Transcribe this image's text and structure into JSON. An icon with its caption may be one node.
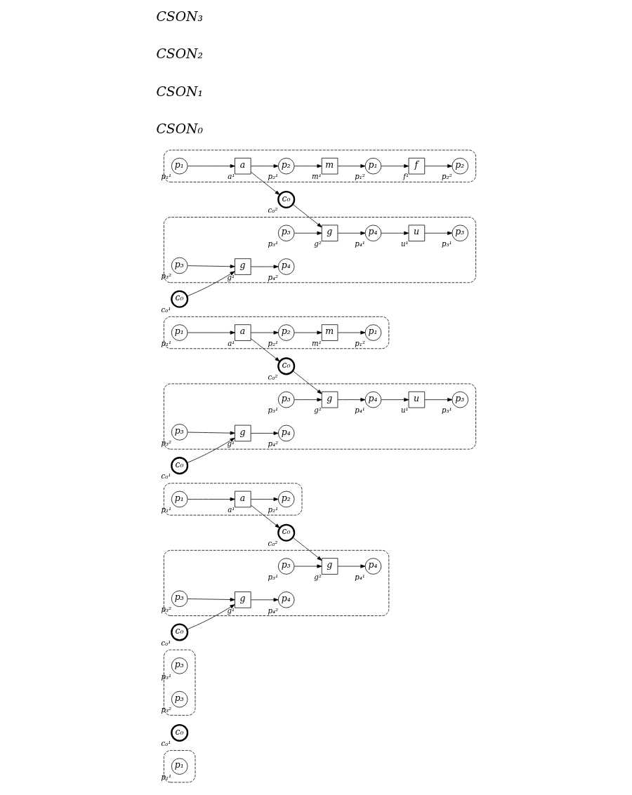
{
  "diagram": {
    "nodes": [
      {
        "text": [],
        "shape": "box"
      },
      {
        "text": [
          "p₁"
        ],
        "in": 0,
        "beside": [
          "p₁¹"
        ]
      },
      {
        "text": [
          "c₀"
        ],
        "beside": [
          "c₀¹"
        ]
      },
      {
        "text": [],
        "shape": "box"
      },
      {
        "text": [
          "p₃"
        ],
        "in": 3,
        "beside": [
          "p₃¹"
        ]
      },
      {
        "text": [
          "p₃"
        ],
        "in": 3,
        "beside": [
          "p₃²"
        ]
      },
      {
        "text": [],
        "shape": "box"
      },
      {
        "text": [
          "p₁"
        ],
        "in": 6,
        "beside": [
          "p₁¹"
        ]
      },
      {
        "text": [
          "a"
        ],
        "in": 6,
        "beside": [
          "a¹"
        ]
      },
      {
        "text": [
          "p₂"
        ],
        "in": 6,
        "beside": [
          "p₂¹"
        ]
      },
      {
        "text": [
          "c₀"
        ],
        "beside": [
          "c₀¹"
        ]
      },
      {
        "text": [
          "c₀"
        ],
        "beside": [
          "c₀²"
        ]
      },
      {
        "text": [],
        "shape": "box"
      },
      {
        "text": [
          "p₃"
        ],
        "in": 12,
        "beside": [
          "p₃¹"
        ]
      },
      {
        "text": [
          "g"
        ],
        "in": 12,
        "beside": [
          "g²"
        ]
      },
      {
        "text": [
          "p₄"
        ],
        "in": 12,
        "beside": [
          "p₄¹"
        ]
      },
      {
        "text": [
          "p₃"
        ],
        "in": 12,
        "beside": [
          "p₃²"
        ]
      },
      {
        "text": [
          "g"
        ],
        "in": 12,
        "beside": [
          "g¹"
        ]
      },
      {
        "text": [
          "p₄"
        ],
        "in": 12,
        "beside": [
          "p₄²"
        ]
      },
      {
        "text": [],
        "shape": "box"
      },
      {
        "text": [
          "p₁"
        ],
        "in": 19,
        "beside": [
          "p₁¹"
        ]
      },
      {
        "text": [
          "a"
        ],
        "in": 19,
        "beside": [
          "a¹"
        ]
      },
      {
        "text": [
          "p₂"
        ],
        "in": 19,
        "beside": [
          "p₂¹"
        ]
      },
      {
        "text": [
          "m"
        ],
        "in": 19,
        "beside": [
          "m¹"
        ]
      },
      {
        "text": [
          "p₁"
        ],
        "in": 19,
        "beside": [
          "p₁²"
        ]
      },
      {
        "text": [
          "c₀"
        ],
        "beside": [
          "c₀¹"
        ]
      },
      {
        "text": [
          "c₀"
        ],
        "beside": [
          "c₀²"
        ]
      },
      {
        "text": [],
        "shape": "box"
      },
      {
        "text": [
          "p₃"
        ],
        "in": 27,
        "beside": [
          "p₃¹"
        ]
      },
      {
        "text": [
          "g"
        ],
        "in": 27,
        "beside": [
          "g²"
        ]
      },
      {
        "text": [
          "p₄"
        ],
        "in": 27,
        "beside": [
          "p₄¹"
        ]
      },
      {
        "text": [
          "u"
        ],
        "in": 27,
        "beside": [
          "u¹"
        ]
      },
      {
        "text": [
          "p₃"
        ],
        "in": 27,
        "beside": [
          "p₃¹"
        ]
      },
      {
        "text": [
          "p₃"
        ],
        "in": 27,
        "beside": [
          "p₃²"
        ]
      },
      {
        "text": [
          "g"
        ],
        "in": 27,
        "beside": [
          "g¹"
        ]
      },
      {
        "text": [
          "p₄"
        ],
        "in": 27,
        "beside": [
          "p₄²"
        ]
      },
      {
        "text": [],
        "shape": "box"
      },
      {
        "text": [
          "p₁"
        ],
        "in": 36,
        "beside": [
          "p₁¹"
        ]
      },
      {
        "text": [
          "a"
        ],
        "in": 36,
        "beside": [
          "a¹"
        ]
      },
      {
        "text": [
          "p₂"
        ],
        "in": 36,
        "beside": [
          "p₂¹"
        ]
      },
      {
        "text": [
          "m"
        ],
        "in": 36,
        "beside": [
          "m¹"
        ]
      },
      {
        "text": [
          "p₁"
        ],
        "in": 36,
        "beside": [
          "p₁²"
        ]
      },
      {
        "text": [
          "f"
        ],
        "in": 36,
        "beside": [
          "f¹"
        ]
      },
      {
        "text": [
          "p₂"
        ],
        "in": 36,
        "beside": [
          "p₂²"
        ]
      },
      {
        "text": [
          "c₀"
        ],
        "beside": [
          "c₀¹"
        ]
      },
      {
        "text": [
          "c₀"
        ],
        "beside": [
          "c₀²"
        ]
      },
      {
        "text": [],
        "shape": "box"
      },
      {
        "text": [
          "p₃"
        ],
        "in": 46,
        "beside": [
          "p₃¹"
        ]
      },
      {
        "text": [
          "g"
        ],
        "in": 46,
        "beside": [
          "g²"
        ]
      },
      {
        "text": [
          "p₄"
        ],
        "in": 46,
        "beside": [
          "p₄¹"
        ]
      },
      {
        "text": [
          "u"
        ],
        "in": 46,
        "beside": [
          "u¹"
        ]
      },
      {
        "text": [
          "p₃"
        ],
        "in": 46,
        "beside": [
          "p₃¹"
        ]
      },
      {
        "text": [
          "p₃"
        ],
        "in": 46,
        "beside": [
          "p₃²"
        ]
      },
      {
        "text": [
          "g"
        ],
        "in": 46,
        "beside": [
          "g¹"
        ]
      },
      {
        "text": [
          "p₄"
        ],
        "in": 46,
        "beside": [
          "p₄²"
        ]
      }
    ],
    "edges": [
      {
        "from": 7,
        "to": 8,
        "arrow": "to"
      },
      {
        "from": 8,
        "to": 9,
        "arrow": "to"
      },
      {
        "from": 8,
        "to": 11,
        "arrow": "to"
      },
      {
        "from": 11,
        "to": 14,
        "arrow": "to"
      },
      {
        "from": 10,
        "to": 17,
        "arrow": "to"
      },
      {
        "from": 13,
        "to": 14,
        "arrow": "to"
      },
      {
        "from": 14,
        "to": 15,
        "arrow": "to"
      },
      {
        "from": 16,
        "to": 17,
        "arrow": "to"
      },
      {
        "from": 17,
        "to": 18,
        "arrow": "to"
      },
      {
        "from": 20,
        "to": 21,
        "arrow": "to"
      },
      {
        "from": 21,
        "to": 22,
        "arrow": "to"
      },
      {
        "from": 22,
        "to": 23,
        "arrow": "to"
      },
      {
        "from": 23,
        "to": 24,
        "arrow": "to"
      },
      {
        "from": 21,
        "to": 26,
        "arrow": "to"
      },
      {
        "from": 26,
        "to": 29,
        "arrow": "to"
      },
      {
        "from": 25,
        "to": 34,
        "arrow": "to"
      },
      {
        "from": 28,
        "to": 29,
        "arrow": "to"
      },
      {
        "from": 29,
        "to": 30,
        "arrow": "to"
      },
      {
        "from": 30,
        "to": 31,
        "arrow": "to"
      },
      {
        "from": 31,
        "to": 32,
        "arrow": "to"
      },
      {
        "from": 33,
        "to": 34,
        "arrow": "to"
      },
      {
        "from": 34,
        "to": 35,
        "arrow": "to"
      },
      {
        "from": 37,
        "to": 38,
        "arrow": "to"
      },
      {
        "from": 38,
        "to": 39,
        "arrow": "to"
      },
      {
        "from": 39,
        "to": 40,
        "arrow": "to"
      },
      {
        "from": 40,
        "to": 41,
        "arrow": "to"
      },
      {
        "from": 41,
        "to": 42,
        "arrow": "to"
      },
      {
        "from": 42,
        "to": 43,
        "arrow": "to"
      },
      {
        "from": 38,
        "to": 45,
        "arrow": "to"
      },
      {
        "from": 45,
        "to": 48,
        "arrow": "to"
      },
      {
        "from": 44,
        "to": 53,
        "arrow": "to"
      },
      {
        "from": 47,
        "to": 48,
        "arrow": "to"
      },
      {
        "from": 48,
        "to": 49,
        "arrow": "to"
      },
      {
        "from": 49,
        "to": 50,
        "arrow": "to"
      },
      {
        "from": 50,
        "to": 51,
        "arrow": "to"
      },
      {
        "from": 52,
        "to": 53,
        "arrow": "to"
      },
      {
        "from": 53,
        "to": 54,
        "arrow": "to"
      }
    ],
    "labels": [
      "CSON₀",
      "CSON₁",
      "CSON₂",
      "CSON₃"
    ]
  }
}
